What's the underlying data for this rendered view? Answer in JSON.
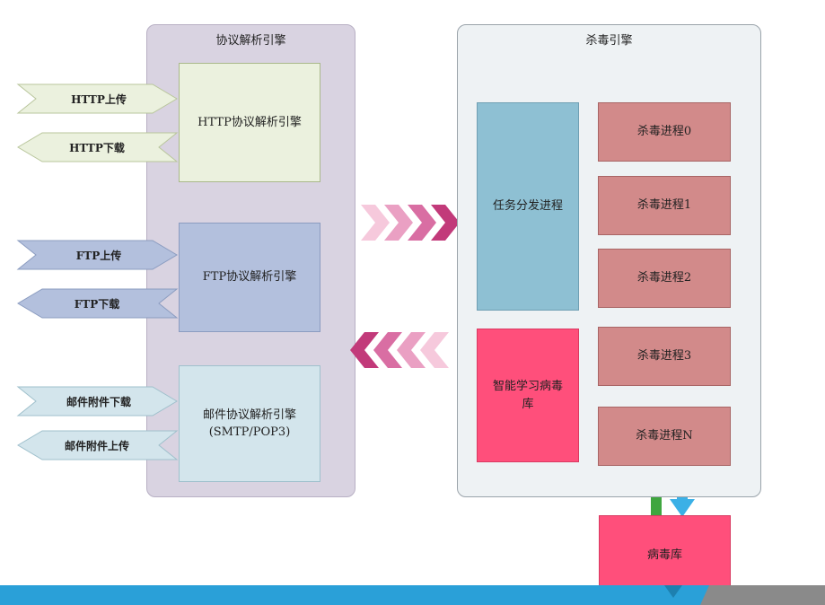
{
  "protocol_panel": {
    "title": "协议解析引擎",
    "http_parser": "HTTP协议解析引擎",
    "ftp_parser": "FTP协议解析引擎",
    "mail_parser": "邮件协议解析引擎\n(SMTP/POP3)"
  },
  "io_arrows": {
    "http_upload": "HTTP上传",
    "http_download": "HTTP下载",
    "ftp_upload": "FTP上传",
    "ftp_download": "FTP下载",
    "mail_download": "邮件附件下载",
    "mail_upload": "邮件附件上传"
  },
  "antivirus_panel": {
    "title": "杀毒引擎",
    "task_dispatch": "任务分发进程",
    "smart_learning": "智能学习病毒\n库",
    "processes": [
      "杀毒进程0",
      "杀毒进程1",
      "杀毒进程2",
      "杀毒进程3",
      "杀毒进程N"
    ]
  },
  "virus_db": "病毒库",
  "colors": {
    "http_parser": "#ebf1de",
    "ftp_parser": "#b3c0dd",
    "mail_parser": "#d3e5ec",
    "task_dispatch": "#8ec0d3",
    "smart_learning": "#ff4f7b",
    "process": "#d28a8a",
    "virus_db": "#ff4f7b",
    "chevron_pink": "#c23a7a",
    "up_arrow": "#3fa63f",
    "down_arrow": "#3bb0e6",
    "footer_blue": "#2aa0d8",
    "footer_gray": "#8a8a8a"
  }
}
